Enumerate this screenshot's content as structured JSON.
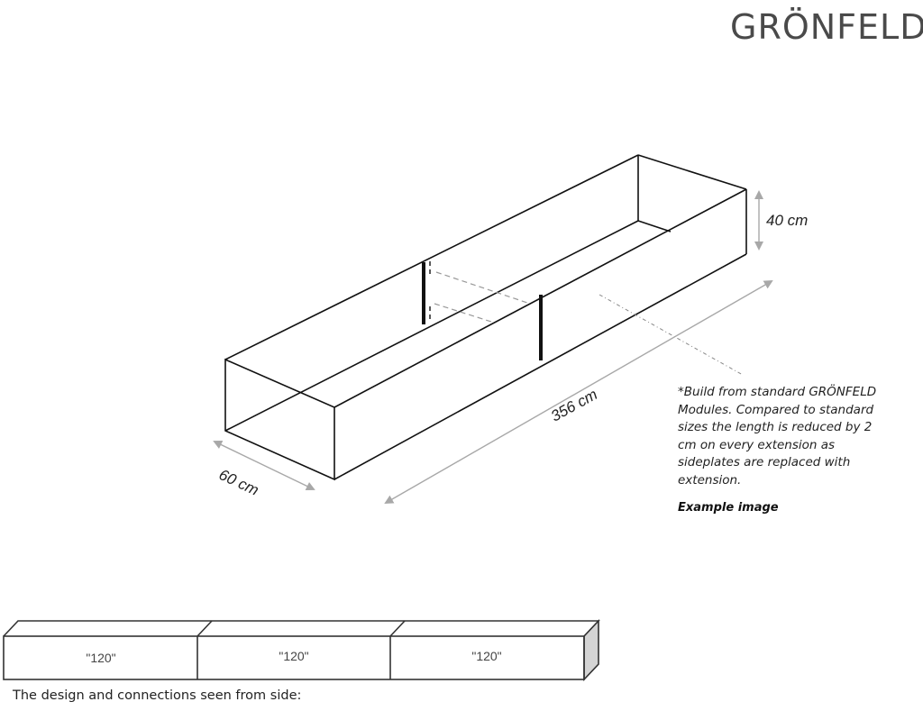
{
  "brand": {
    "logo_text": "GRÖNFELD",
    "accent_color": "#7cc36a"
  },
  "dimensions": {
    "height": "40 cm",
    "length": "356 cm",
    "width": "60 cm"
  },
  "note": {
    "text": "*Build from standard GRÖNFELD Modules. Compared to standard sizes the length is reduced by 2 cm on every extension as sideplates are replaced with extension.",
    "title": "Example image"
  },
  "side_view": {
    "modules": [
      {
        "label": "\"120\""
      },
      {
        "label": "\"120\""
      },
      {
        "label": "\"120\""
      }
    ],
    "caption": "The design and connections seen from side:"
  }
}
